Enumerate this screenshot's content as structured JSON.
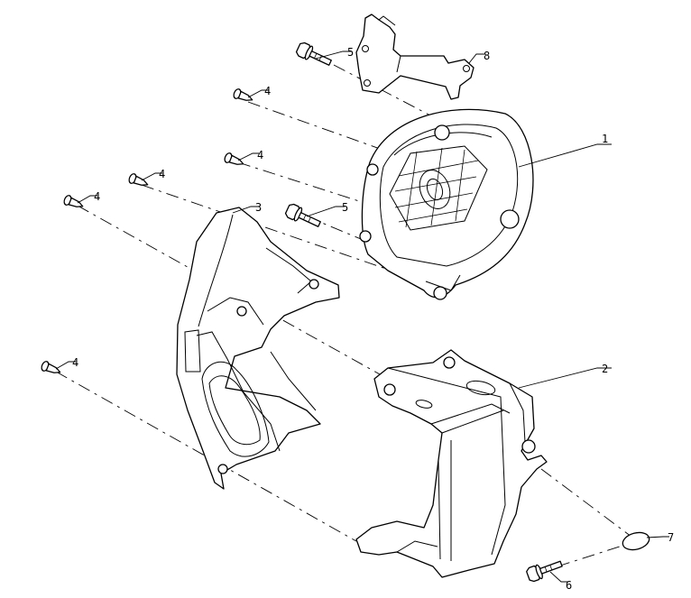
{
  "callouts": {
    "c1": "1",
    "c2": "2",
    "c3": "3",
    "c4a": "4",
    "c4b": "4",
    "c4c": "4",
    "c4d": "4",
    "c4e": "4",
    "c5a": "5",
    "c5b": "5",
    "c6": "6",
    "c7": "7",
    "c8": "8"
  },
  "colors": {
    "line": "#000000",
    "background": "#ffffff"
  },
  "parts": [
    "fan-cover-icon",
    "cylinder-shroud-icon",
    "head-shroud-icon",
    "tapping-screw-icon",
    "flange-bolt-icon",
    "bracket-icon",
    "grommet-icon"
  ]
}
